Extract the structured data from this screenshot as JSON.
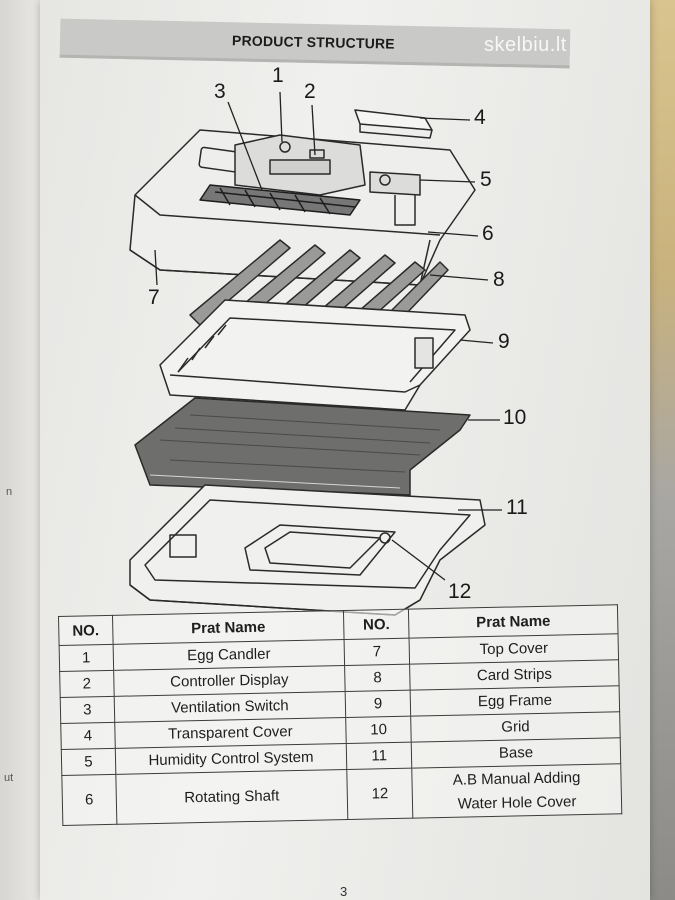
{
  "header": {
    "title": "PRODUCT STRUCTURE"
  },
  "watermark": "skelbiu.lt",
  "callouts": [
    "1",
    "2",
    "3",
    "4",
    "5",
    "6",
    "7",
    "8",
    "9",
    "10",
    "11",
    "12"
  ],
  "table": {
    "headers": [
      "NO.",
      "Prat Name",
      "NO.",
      "Prat Name"
    ],
    "rows": [
      {
        "no1": "1",
        "name1": "Egg Candler",
        "no2": "7",
        "name2": "Top Cover"
      },
      {
        "no1": "2",
        "name1": "Controller Display",
        "no2": "8",
        "name2": "Card Strips"
      },
      {
        "no1": "3",
        "name1": "Ventilation Switch",
        "no2": "9",
        "name2": "Egg Frame"
      },
      {
        "no1": "4",
        "name1": "Transparent Cover",
        "no2": "10",
        "name2": "Grid"
      },
      {
        "no1": "5",
        "name1": "Humidity Control System",
        "no2": "11",
        "name2": "Base"
      },
      {
        "no1": "6",
        "name1": "Rotating Shaft",
        "no2": "12",
        "name2": "A.B Manual Adding",
        "name2b": "Water Hole Cover"
      }
    ]
  },
  "page_number": "3",
  "side_fragments": [
    "n",
    "ut"
  ]
}
